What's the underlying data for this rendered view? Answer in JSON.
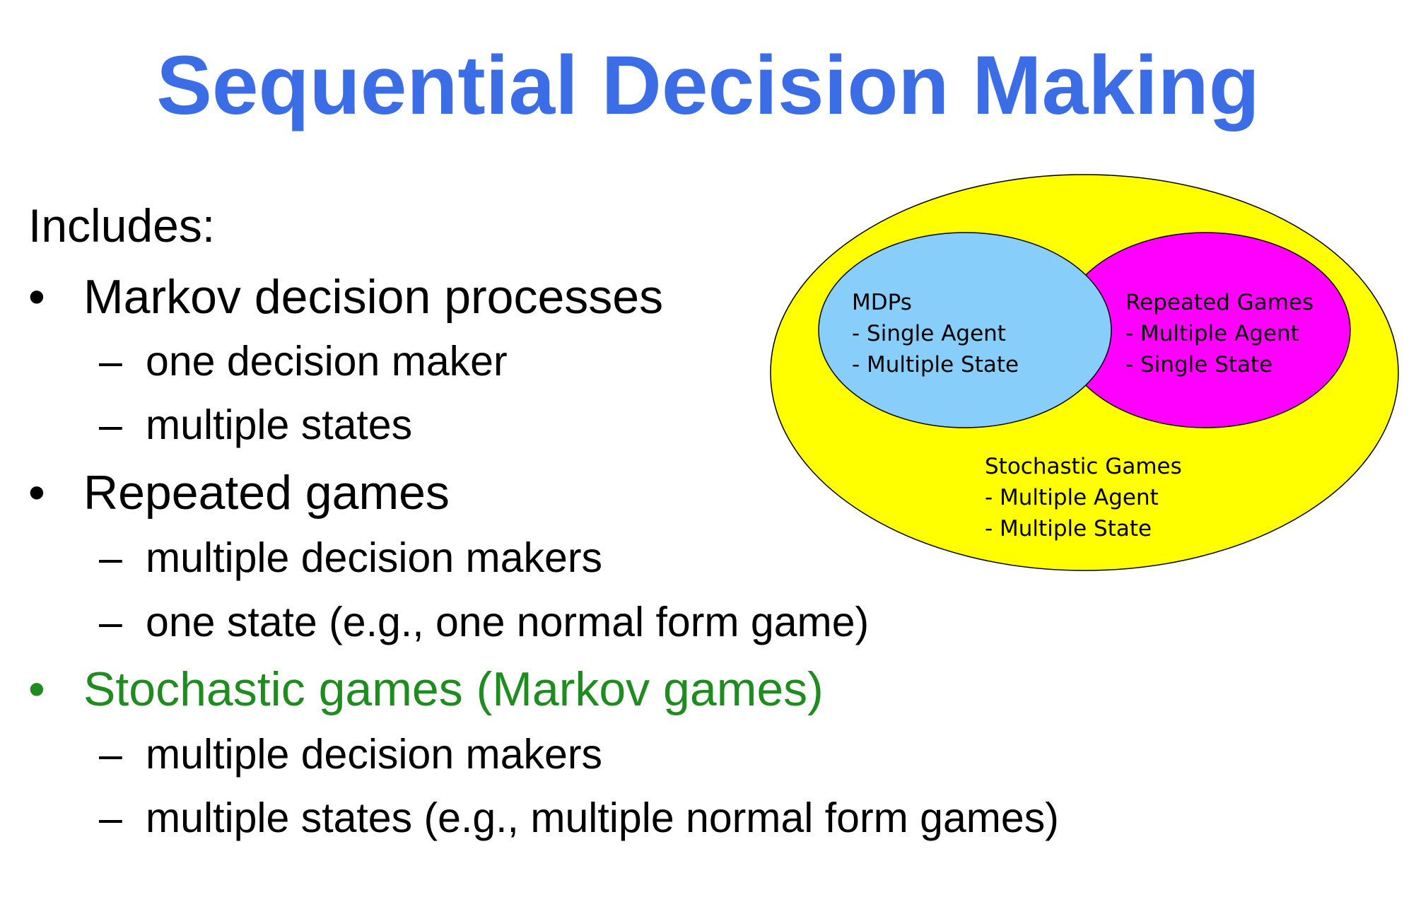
{
  "title": {
    "text": "Sequential Decision Making",
    "color": "#3b6de6"
  },
  "colors": {
    "body_text": "#000000",
    "highlight": "#1e8c1e",
    "outer_ellipse": "#ffff00",
    "mdp_ellipse": "#87cefa",
    "repeated_ellipse": "#ff00ff"
  },
  "intro": "Includes:",
  "bullets": [
    {
      "mark": "•",
      "label": "Markov decision processes",
      "highlight": false,
      "subs": [
        {
          "mark": "–",
          "label": "one decision maker"
        },
        {
          "mark": "–",
          "label": "multiple states"
        }
      ]
    },
    {
      "mark": "•",
      "label": "Repeated games",
      "highlight": false,
      "subs": [
        {
          "mark": "–",
          "label": "multiple decision makers"
        },
        {
          "mark": "–",
          "label": "one state (e.g., one normal form game)"
        }
      ]
    },
    {
      "mark": "•",
      "label": "Stochastic games (Markov games)",
      "highlight": true,
      "subs": [
        {
          "mark": "–",
          "label": "multiple decision makers"
        },
        {
          "mark": "–",
          "label": "multiple states (e.g., multiple normal form games)"
        }
      ]
    }
  ],
  "diagram": {
    "mdps": {
      "title": "MDPs",
      "lines": [
        "- Single Agent",
        "- Multiple State"
      ]
    },
    "repeated_games": {
      "title": "Repeated Games",
      "lines": [
        "- Multiple Agent",
        "- Single State"
      ]
    },
    "stochastic_games": {
      "title": "Stochastic Games",
      "lines": [
        "- Multiple Agent",
        "- Multiple State"
      ]
    }
  }
}
